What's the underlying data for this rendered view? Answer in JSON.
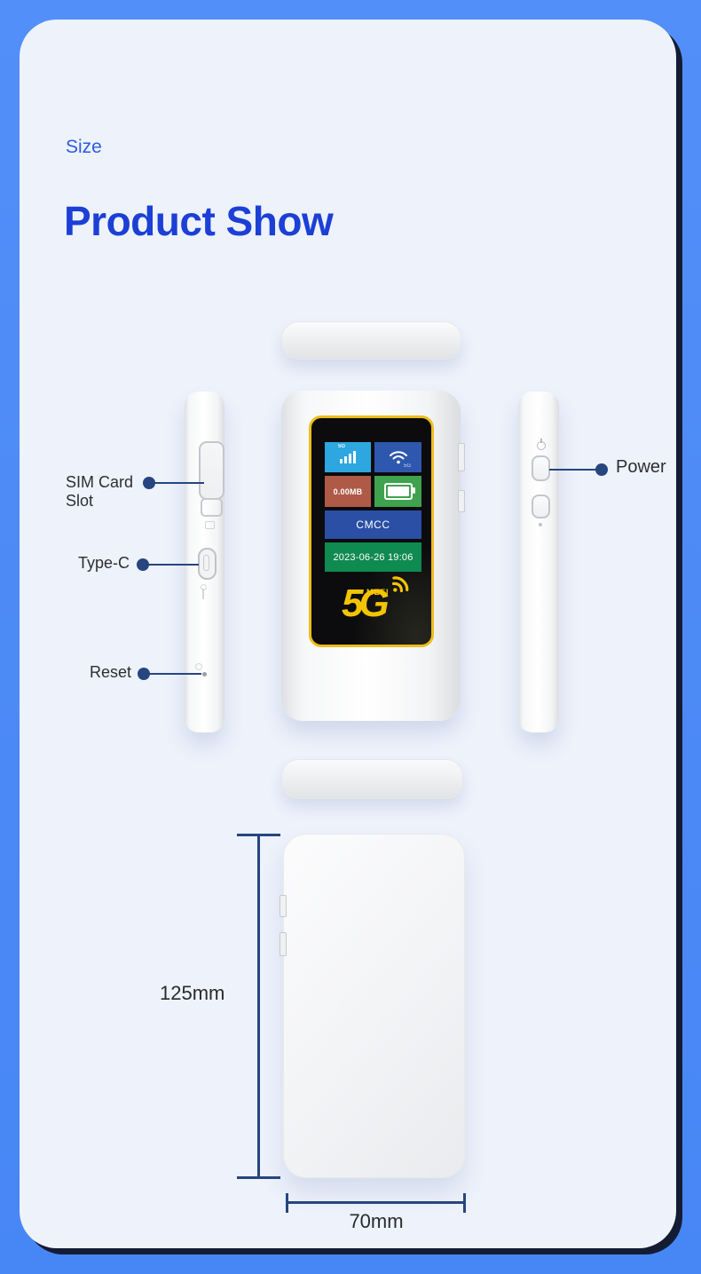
{
  "header": {
    "eyebrow": "Size",
    "title": "Product Show"
  },
  "device_screen": {
    "signal_tile_small_label": "5G",
    "wifi_tile_small_label": "5G",
    "data_usage": "0.00MB",
    "operator": "CMCC",
    "datetime": "2023-06-26 19:06",
    "logo_main": "5G",
    "logo_sub": "MEFI"
  },
  "callouts": {
    "sim": "SIM Card Slot",
    "type_c": "Type-C",
    "reset": "Reset",
    "power": "Power"
  },
  "dimensions": {
    "height": "125mm",
    "width": "70mm"
  },
  "icons": {
    "signal": "signal-bars-icon",
    "wifi": "wifi-icon",
    "battery": "battery-icon",
    "power": "power-symbol-icon",
    "logo_wifi": "wifi-arcs-icon"
  },
  "colors": {
    "outer_blue": "#4b89f6",
    "panel_bg": "#edf2fb",
    "panel_edge_navy": "#141c34",
    "heading_blue": "#1c3fd6",
    "eyebrow_blue": "#2d5ce0",
    "callout_navy": "#27457f",
    "screen_border_yellow": "#edbd1c",
    "logo_yellow": "#f3c402",
    "tile_signal_blue": "#2ea7e0",
    "tile_wifi_blue": "#2e58ae",
    "tile_data_red": "#ae5a47",
    "tile_battery_green": "#3fa24e",
    "tile_operator_blue": "#2a4fa5",
    "tile_date_green": "#0f8a50"
  }
}
